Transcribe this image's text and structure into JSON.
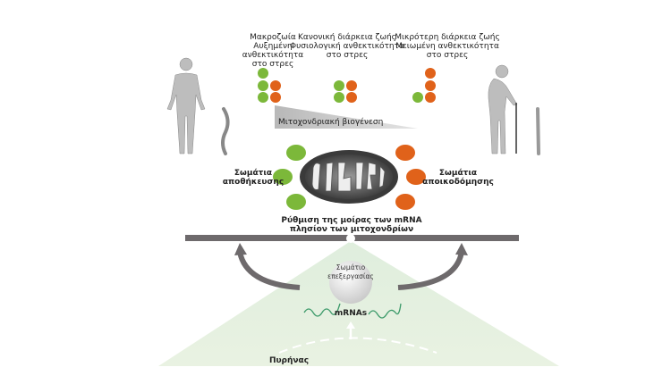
{
  "columns": [
    {
      "line1": "Μακροζωία",
      "line2": "Αυξημένη",
      "line3": "ανθεκτικότητα",
      "line4": "στο στρες"
    },
    {
      "line1": "Κανονική διάρκεια ζωής",
      "line2": "Φυσιολογική ανθεκτικότητα",
      "line3": "στο στρες"
    },
    {
      "line1": "Μικρότερη διάρκεια ζωής",
      "line2": "Μειωμένη ανθεκτικότητα",
      "line3": "στο στρες"
    }
  ],
  "biogenesis_label": "Μιτοχονδριακή βιογένεση",
  "storage_bodies": {
    "line1": "Σωμάτια",
    "line2": "αποθήκευσης"
  },
  "degradation_bodies": {
    "line1": "Σωμάτια",
    "line2": "αποικοδόμησης"
  },
  "regulation": {
    "line1": "Ρύθμιση της μοίρας των mRNA",
    "line2": "πλησίον των μιτοχονδρίων"
  },
  "processing_body": {
    "line1": "Σωμάτιο",
    "line2": "επεξεργασίας"
  },
  "mrnas_label": "mRNAs",
  "nucleus_label": "Πυρήνας",
  "colors": {
    "green": "#7cb83a",
    "orange": "#e0621a",
    "bar": "#6e6a6c",
    "cytoplasm": "#e6f0de",
    "figure": "#bfbfbf"
  }
}
